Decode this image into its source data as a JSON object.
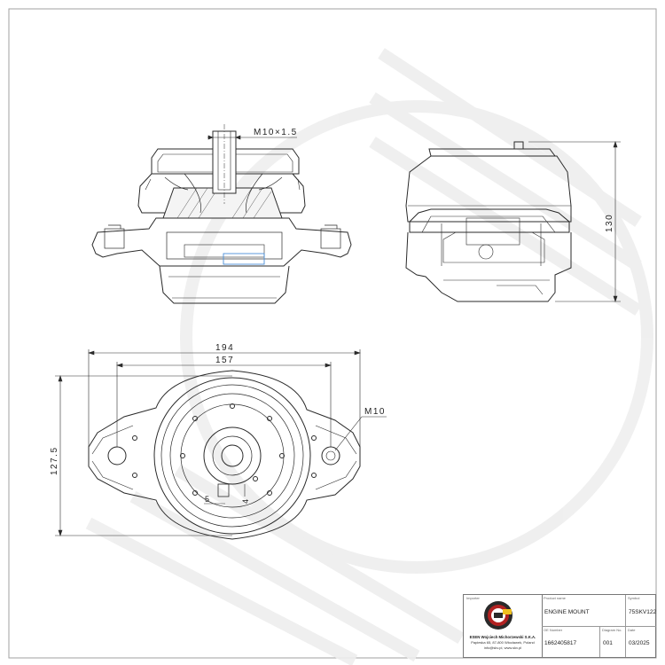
{
  "dimensions": {
    "side_thread": "M10×1.5",
    "height": "130",
    "overall_width": "194",
    "hole_spacing": "157",
    "depth": "127.5",
    "hole_thread": "M10",
    "small_a": "5",
    "small_b": "4"
  },
  "title_block": {
    "importer_label": "Importer",
    "importer_name": "ESEN Wojciech Michorzewski S.K.A.",
    "importer_address": "Papieska 65, 87-800 Włocławek, Poland",
    "importer_contact": "info@skv.pl, www.skv.pl",
    "product_name_label": "Product name",
    "product_name": "ENGINE MOUNT",
    "symbol_label": "Symbol",
    "symbol": "75SKV122",
    "oe_label": "OE Number",
    "oe_number": "1662405817",
    "diagram_label": "Diagram No.",
    "diagram_number": "001",
    "date_label": "Date",
    "date": "03/2025"
  },
  "colors": {
    "line": "#2a2a2a",
    "frame": "#9a9a9a",
    "watermark": "#ececec",
    "highlight": "#4a90d9"
  }
}
